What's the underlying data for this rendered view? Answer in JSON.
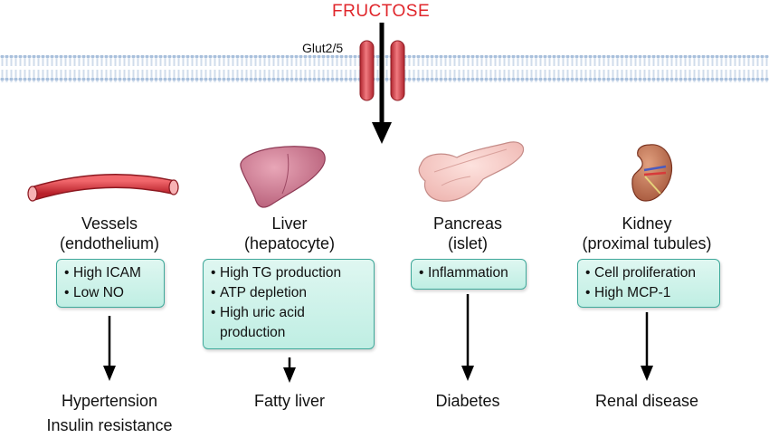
{
  "header": {
    "title": "FRUCTOSE",
    "transporter": "Glut2/5"
  },
  "organs": [
    {
      "name": "Vessels",
      "sub": "(endothelium)",
      "icon": "blood-vessel-icon",
      "effects": [
        "High ICAM",
        "Low NO"
      ],
      "outcomes": [
        "Hypertension",
        "Insulin resistance"
      ]
    },
    {
      "name": "Liver",
      "sub": "(hepatocyte)",
      "icon": "liver-icon",
      "effects": [
        "High TG production",
        "ATP depletion",
        "High uric acid production"
      ],
      "outcomes": [
        "Fatty liver"
      ]
    },
    {
      "name": "Pancreas",
      "sub": "(islet)",
      "icon": "pancreas-icon",
      "effects": [
        "Inflammation"
      ],
      "outcomes": [
        "Diabetes"
      ]
    },
    {
      "name": "Kidney",
      "sub": "(proximal tubules)",
      "icon": "kidney-icon",
      "effects": [
        "Cell proliferation",
        "High MCP-1"
      ],
      "outcomes": [
        "Renal disease"
      ]
    }
  ],
  "colors": {
    "title": "#e0262b",
    "channel": "#d23a44",
    "membrane": "#9fb8d6",
    "box_fill": "#c8f1e7",
    "box_border": "#3fa89a",
    "liver": "#c9738c",
    "pancreas": "#f3c4c0",
    "kidney": "#b86a4e"
  }
}
